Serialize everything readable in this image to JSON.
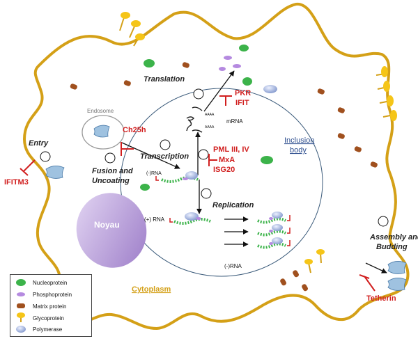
{
  "labels": {
    "translation": "Translation",
    "endosome": "Endosome",
    "entry": "Entry",
    "fusion": "Fusion and",
    "uncoating": "Uncoating",
    "transcription": "Transcription",
    "replication": "Replication",
    "assembly": "Assembly and",
    "budding": "Budding",
    "inclusion": "Inclusion",
    "body": "body",
    "noyau": "Noyau",
    "cytoplasm": "Cytoplasm",
    "minus_rna_top": "(-)RNA",
    "plus_rna": "(+) RNA",
    "minus_rna_bottom": "(-)RNA",
    "mrna": "mRNA",
    "aaaa": "AAAA"
  },
  "restriction_factors": {
    "pkr": "PKR",
    "ifit": "IFIT",
    "ch25h": "Ch25h",
    "pml": "PML III, IV",
    "mxa": "MxA",
    "isg20": "ISG20",
    "ifitm3": "IFITM3",
    "tetherin": "Tetherin"
  },
  "legend": [
    {
      "label": "Nucleoprotein",
      "icon": "nucleoprotein-icon",
      "color": "#3cb34a"
    },
    {
      "label": "Phosphoprotein",
      "icon": "phosphoprotein-icon",
      "color": "#b58ae0"
    },
    {
      "label": "Matrix protein",
      "icon": "matrix-protein-icon",
      "color": "#a0501e"
    },
    {
      "label": "Glycoprotein",
      "icon": "glycoprotein-icon",
      "color": "#f5c518"
    },
    {
      "label": "Polymerase",
      "icon": "polymerase-icon",
      "color": "#a9b8e0"
    }
  ],
  "colors": {
    "membrane": "#d4a017",
    "inhibitor": "#d11f1f",
    "inclusion_label": "#2e4f8f",
    "cytoplasm_label": "#d4a017",
    "noyau": "#b69ad6"
  }
}
